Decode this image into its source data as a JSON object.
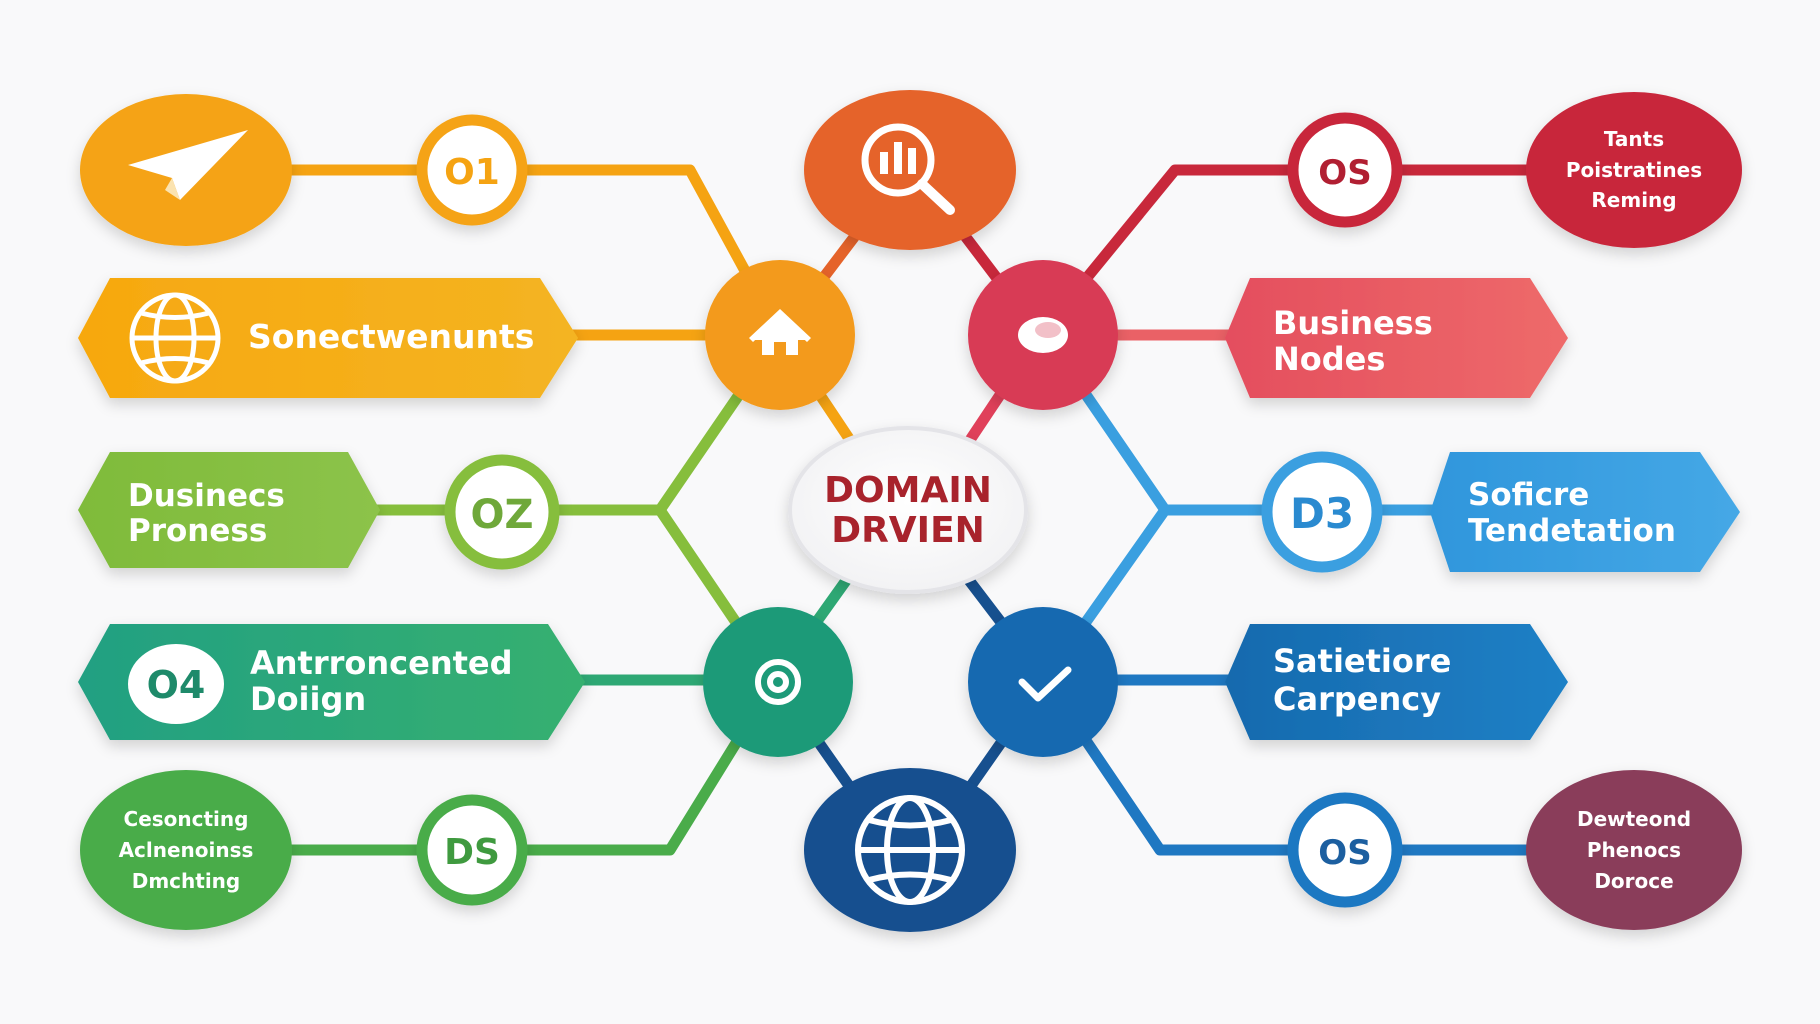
{
  "center": {
    "line1": "DOMAIN",
    "line2": "DRVIEN"
  },
  "left": {
    "row1": {
      "num": "O1",
      "icon": "paper-plane-icon"
    },
    "row2": {
      "label": "Sonectwenunts",
      "icon": "globe-icon"
    },
    "row3": {
      "num": "OZ",
      "label_line1": "Dusinecs",
      "label_line2": "Proness"
    },
    "row4": {
      "num": "O4",
      "label_line1": "Antrroncented",
      "label_line2": "Doiign"
    },
    "row5": {
      "num": "DS",
      "label_line1": "Cesoncting",
      "label_line2": "Aclnenoinss",
      "label_line3": "Dmchting"
    }
  },
  "right": {
    "row1": {
      "num": "OS",
      "label_line1": "Tants",
      "label_line2": "Poistratines",
      "label_line3": "Reming"
    },
    "row2": {
      "label_line1": "Business",
      "label_line2": "Nodes"
    },
    "row3": {
      "num": "D3",
      "label_line1": "Soficre",
      "label_line2": "Tendetation"
    },
    "row4": {
      "label_line1": "Satietiore",
      "label_line2": "Carpency"
    },
    "row5": {
      "num": "OS",
      "label_line1": "Dewteond",
      "label_line2": "Phenocs",
      "label_line3": "Doroce"
    }
  },
  "hubs": {
    "top": "magnifier-chart-icon",
    "upper_left": "home-icon",
    "upper_right": "pill-icon",
    "lower_left": "target-icon",
    "lower_right": "check-icon",
    "bottom": "globe-icon"
  },
  "colors": {
    "orange": "#f5a312",
    "orange_red": "#e5632a",
    "red": "#c8283b",
    "pink": "#e0405a",
    "coral": "#ea6166",
    "lime": "#86be3c",
    "green": "#2ea874",
    "green2": "#4aac4a",
    "sky": "#3a9fe0",
    "blue": "#1f78c2",
    "navy": "#17508f",
    "plum": "#8a3d5a",
    "center_text": "#a8232c"
  }
}
